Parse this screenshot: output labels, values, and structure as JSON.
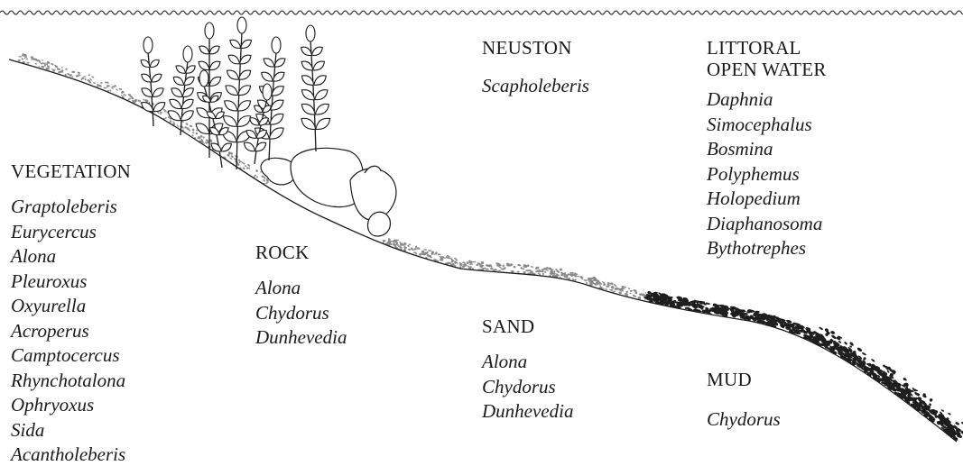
{
  "zones": {
    "neuston": {
      "heading": "NEUSTON",
      "taxa": [
        "Scapholeberis"
      ]
    },
    "littoral_open_water": {
      "heading_line1": "LITTORAL",
      "heading_line2": "OPEN WATER",
      "taxa": [
        "Daphnia",
        "Simocephalus",
        "Bosmina",
        "Polyphemus",
        "Holopedium",
        "Diaphanosoma",
        "Bythotrephes"
      ]
    },
    "vegetation": {
      "heading": "VEGETATION",
      "taxa": [
        "Graptoleberis",
        "Eurycercus",
        "Alona",
        "Pleuroxus",
        "Oxyurella",
        "Acroperus",
        "Camptocercus",
        "Rhynchotalona",
        "Ophryoxus",
        "Sida",
        "Acantholeberis"
      ]
    },
    "rock": {
      "heading": "ROCK",
      "taxa": [
        "Alona",
        "Chydorus",
        "Dunhevedia"
      ]
    },
    "sand": {
      "heading": "SAND",
      "taxa": [
        "Alona",
        "Chydorus",
        "Dunhevedia"
      ]
    },
    "mud": {
      "heading": "MUD",
      "taxa": [
        "Chydorus"
      ]
    }
  },
  "colors": {
    "line": "#1a1a1a",
    "sand": "#8a8a8a",
    "mud": "#1e1e1e"
  },
  "icons": [
    "water-surface-wave",
    "aquatic-plant-icon",
    "boulder-icon",
    "sand-gravel-texture",
    "mud-sediment-texture"
  ]
}
